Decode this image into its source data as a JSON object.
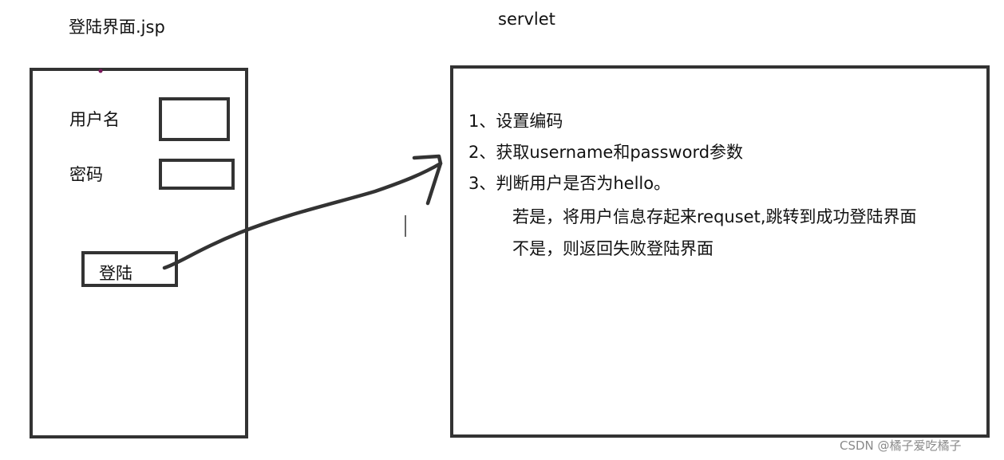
{
  "jsp_panel": {
    "title": "登陆界面.jsp",
    "username_label": "用户名",
    "password_label": "密码",
    "login_button": "登陆"
  },
  "servlet_panel": {
    "title": "servlet",
    "steps": [
      "1、设置编码",
      "2、获取username和password参数",
      "3、判断用户是否为hello。",
      "若是，将用户信息存起来requset,跳转到成功登陆界面",
      "不是，则返回失败登陆界面"
    ]
  },
  "watermark": "CSDN @橘子爱吃橘子",
  "colors": {
    "stroke": "#333333",
    "text": "#111111",
    "watermark": "#8a8a8a"
  }
}
